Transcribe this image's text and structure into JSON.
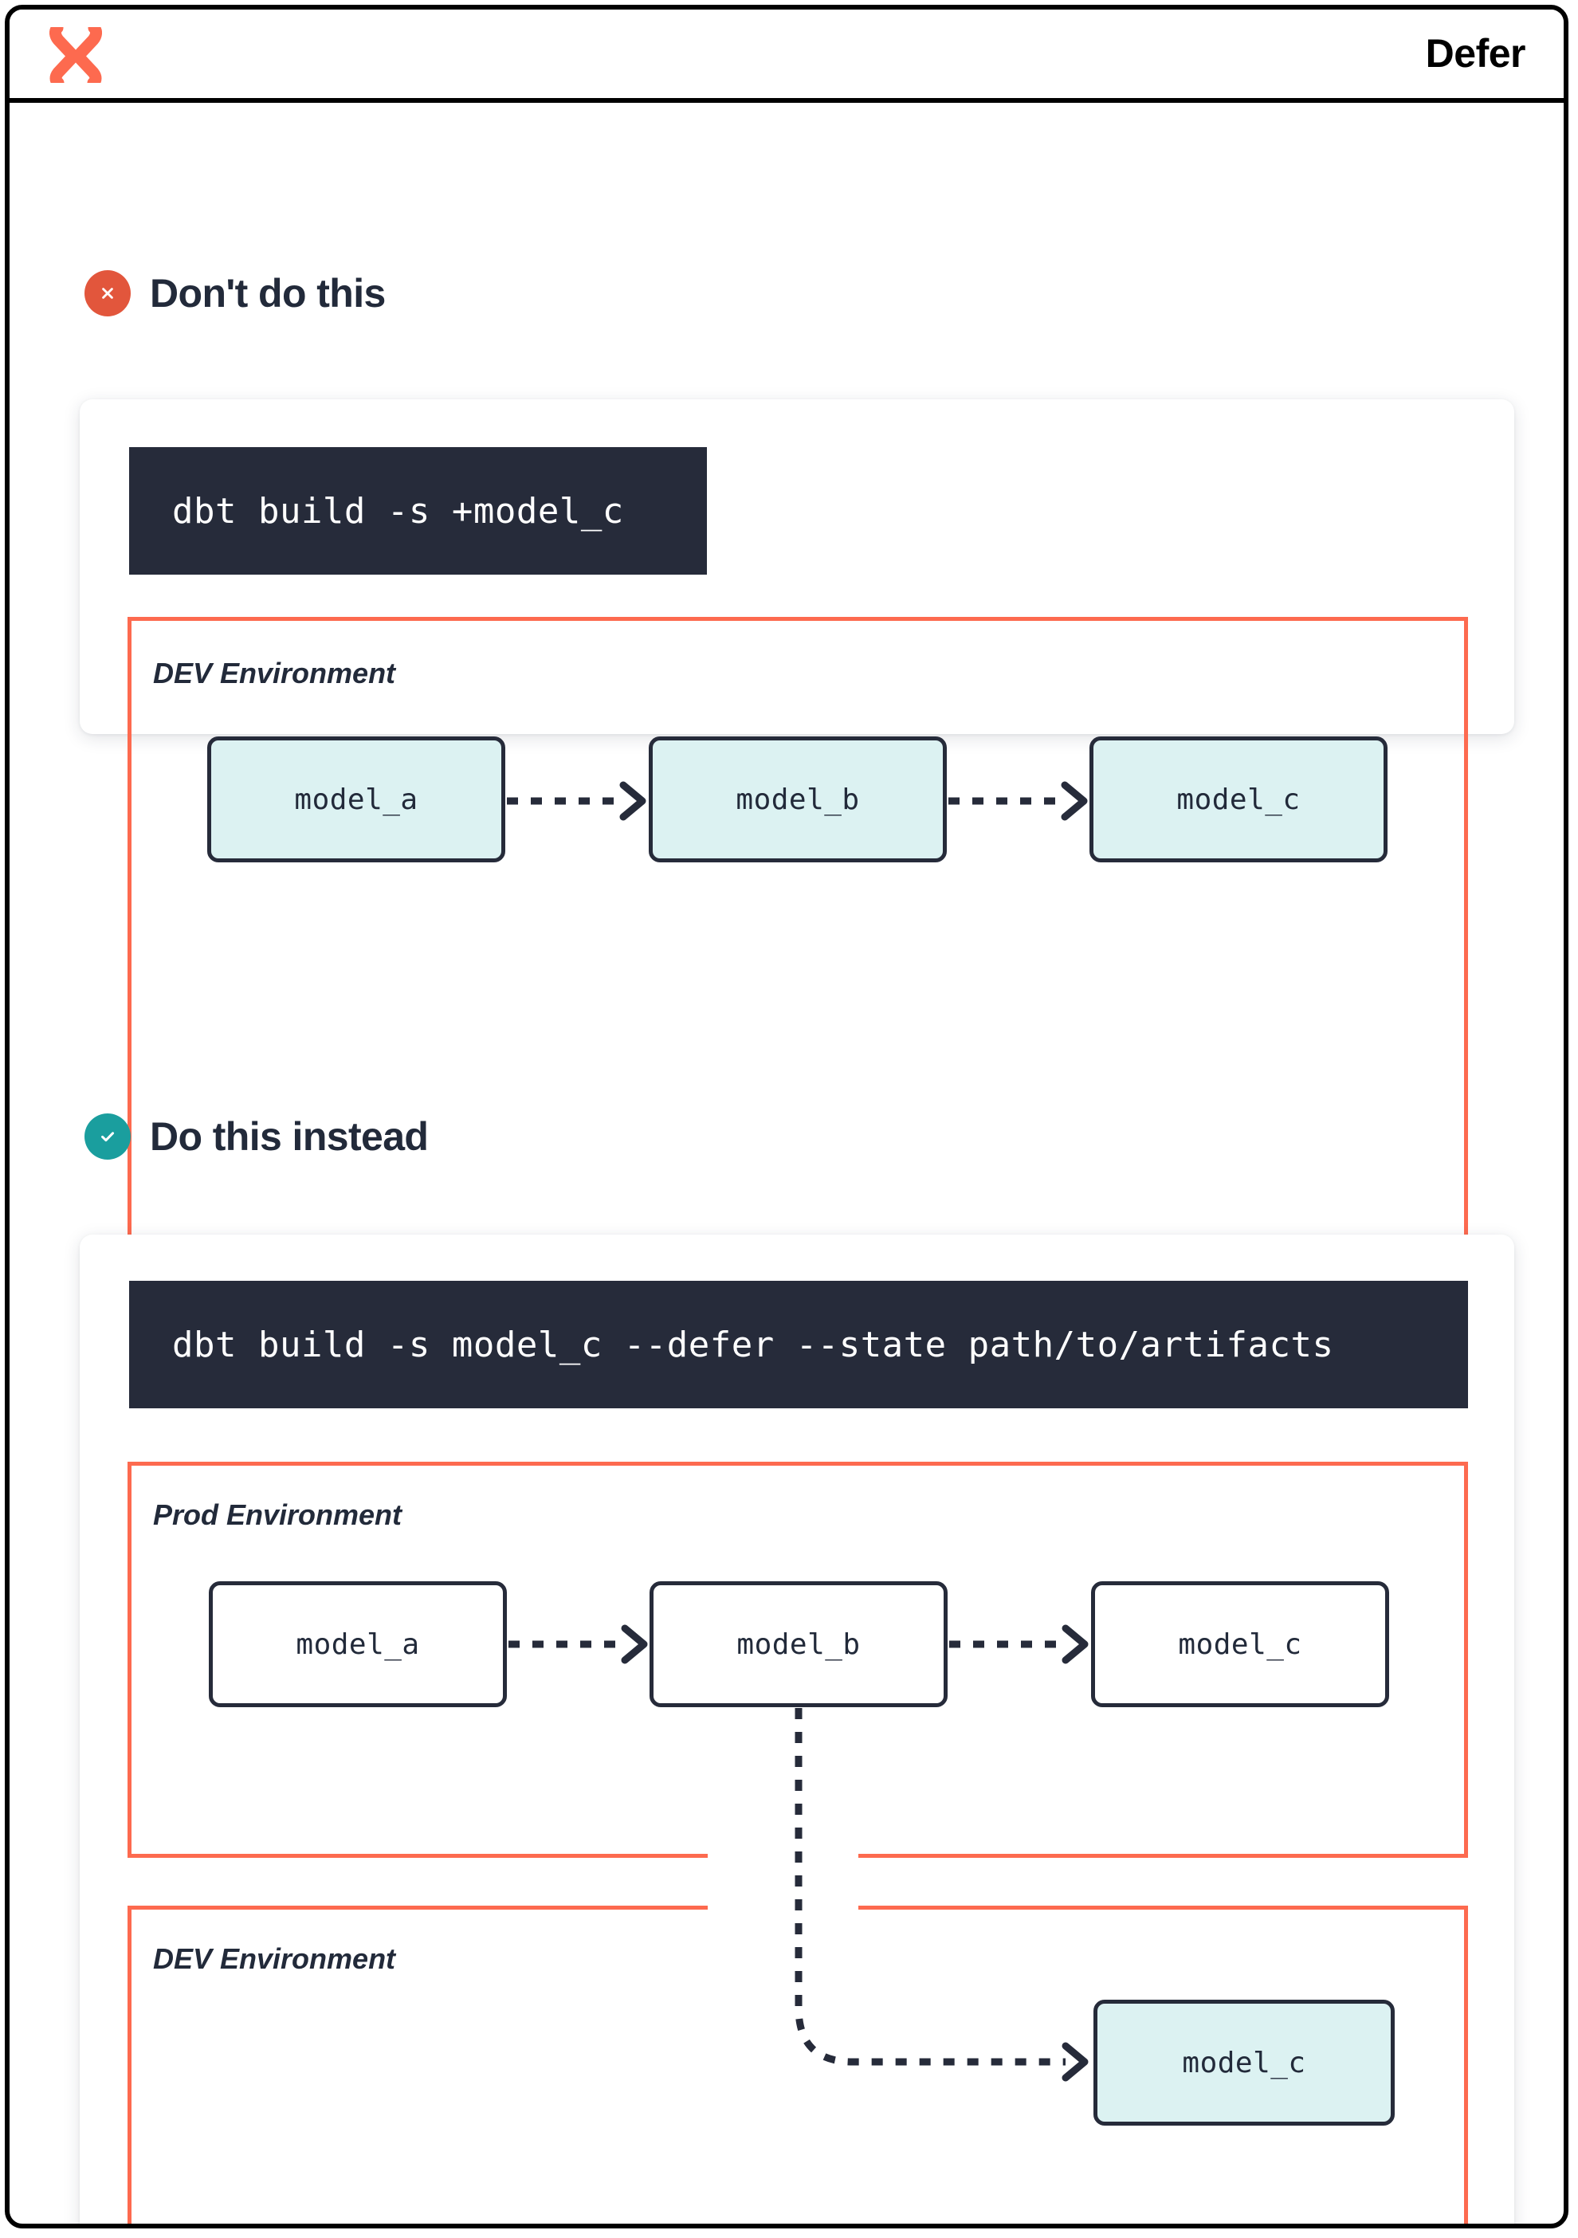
{
  "header": {
    "title": "Defer",
    "logo_icon": "dbt-logo-icon"
  },
  "theme": {
    "accent_orange": "#fd6a4f",
    "bad_badge": "#e2563c",
    "good_badge": "#1a9e9e",
    "ink": "#222a3a",
    "code_bg": "#262b3a",
    "dev_node_fill": "#dcf2f2",
    "prod_node_fill": "#ffffff",
    "frame": "#000000"
  },
  "sections": [
    {
      "id": "dont-do-this",
      "badge_icon": "x-circle-icon",
      "title": "Don't do this",
      "command": "dbt build -s +model_c",
      "environments": [
        {
          "id": "dev",
          "label": "DEV Environment",
          "nodes": [
            {
              "id": "dev-model-a",
              "label": "model_a",
              "style": "dev"
            },
            {
              "id": "dev-model-b",
              "label": "model_b",
              "style": "dev"
            },
            {
              "id": "dev-model-c",
              "label": "model_c",
              "style": "dev"
            }
          ],
          "edges": [
            {
              "from": "dev-model-a",
              "to": "dev-model-b",
              "style": "dashed-arrow"
            },
            {
              "from": "dev-model-b",
              "to": "dev-model-c",
              "style": "dashed-arrow"
            }
          ]
        }
      ]
    },
    {
      "id": "do-this-instead",
      "badge_icon": "check-circle-icon",
      "title": "Do this instead",
      "command": "dbt build -s model_c --defer --state path/to/artifacts",
      "environments": [
        {
          "id": "prod",
          "label": "Prod Environment",
          "nodes": [
            {
              "id": "prod-model-a",
              "label": "model_a",
              "style": "prod"
            },
            {
              "id": "prod-model-b",
              "label": "model_b",
              "style": "prod"
            },
            {
              "id": "prod-model-c",
              "label": "model_c",
              "style": "prod"
            }
          ],
          "edges": [
            {
              "from": "prod-model-a",
              "to": "prod-model-b",
              "style": "dashed-arrow"
            },
            {
              "from": "prod-model-b",
              "to": "prod-model-c",
              "style": "dashed-arrow"
            }
          ]
        },
        {
          "id": "dev2",
          "label": "DEV Environment",
          "nodes": [
            {
              "id": "dev2-model-c",
              "label": "model_c",
              "style": "dev"
            }
          ],
          "edges": [
            {
              "from": "prod-model-b",
              "to": "dev2-model-c",
              "style": "dashed-elbow-arrow"
            }
          ]
        }
      ]
    }
  ]
}
